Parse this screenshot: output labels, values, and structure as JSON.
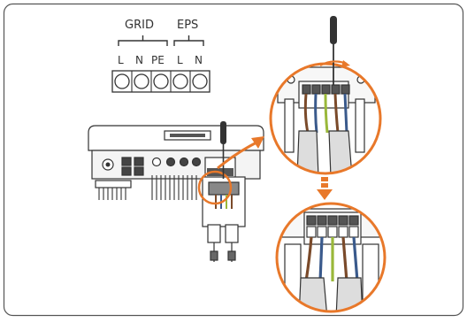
{
  "terminal_block": {
    "group_labels": {
      "grid": "GRID",
      "eps": "EPS"
    },
    "terminal_labels": [
      "L",
      "N",
      "PE",
      "L",
      "N"
    ]
  },
  "colors": {
    "accent": "#E8782A",
    "line": "#333333",
    "frame_border": "#555555",
    "wire_brown": "#7A4A2A",
    "wire_blue": "#3A5A8C",
    "wire_green_yellow": "#9AB83A",
    "wire_gray": "#8C8C8C"
  },
  "icons": [
    "screwdriver-icon",
    "inverter-illustration",
    "zoom-arrow-icon",
    "down-arrow-icon"
  ]
}
